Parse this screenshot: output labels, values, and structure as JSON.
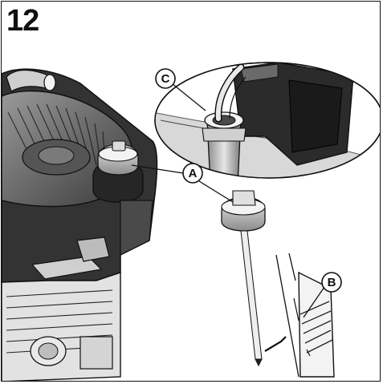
{
  "step": {
    "number": "12"
  },
  "callouts": {
    "a": "A",
    "b": "B",
    "c": "C"
  },
  "colors": {
    "line": "#111111",
    "engine_dark": "#2e2e2e",
    "engine_mid": "#6a6a6a",
    "engine_light": "#bdbdbd",
    "detail_gray": "#d6d6d6"
  }
}
